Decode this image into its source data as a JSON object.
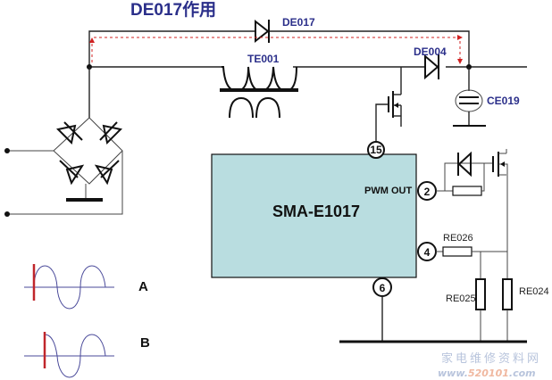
{
  "title": {
    "text": "DE017作用",
    "color": "#2b2f8a"
  },
  "components": {
    "de017": "DE017",
    "te001": "TE001",
    "de004": "DE004",
    "ce019": "CE019",
    "chip": "SMA-E1017",
    "pwm_out": "PWM OUT",
    "re026": "RE026",
    "re025": "RE025",
    "re024": "RE024"
  },
  "pins": {
    "p15": "15",
    "p2": "2",
    "p4": "4",
    "p6": "6"
  },
  "waveforms": {
    "a_label": "A",
    "b_label": "B"
  },
  "colors": {
    "chip_fill": "#b9dde0",
    "current_path": "#d02020",
    "label_blue": "#2b2f8a",
    "wave_line": "#4a4a9a",
    "marker_red": "#c0262b"
  },
  "watermark": {
    "cn": "家电维修资料网",
    "url_prefix": "www.",
    "url_mid": "520101",
    "url_suffix": ".com"
  }
}
